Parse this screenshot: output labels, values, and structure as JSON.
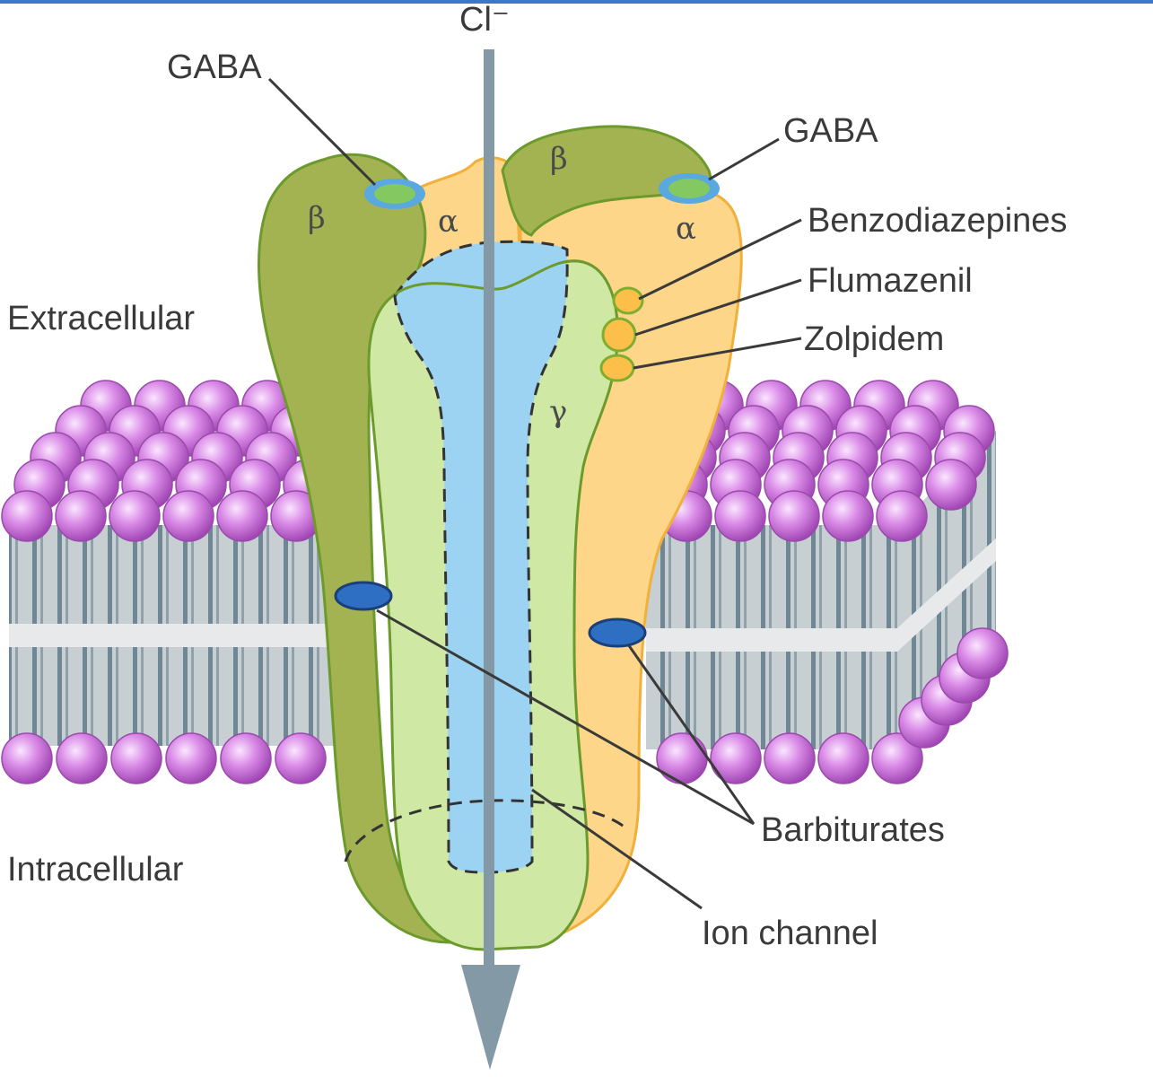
{
  "labels": {
    "ion": "Cl⁻",
    "gaba_left": "GABA",
    "gaba_right": "GABA",
    "benzodiazepines": "Benzodiazepines",
    "flumazenil": "Flumazenil",
    "zolpidem": "Zolpidem",
    "extracellular": "Extracellular",
    "intracellular": "Intracellular",
    "barbiturates": "Barbiturates",
    "ion_channel": "Ion channel"
  },
  "subunits": {
    "beta_left": "β",
    "alpha_left": "α",
    "beta_right": "β",
    "alpha_right": "α",
    "gamma": "γ"
  },
  "colors": {
    "top_border": "#3a78c8",
    "beta_subunit": "#a3b352",
    "beta_outline": "#6c9a2c",
    "alpha_subunit": "#fdd68a",
    "alpha_outline": "#f0b03a",
    "gamma_subunit": "#cfe8a4",
    "channel_pore": "#9dd3f2",
    "arrow": "#8399a6",
    "lipid_head": "#c46ad2",
    "lipid_tail_bg": "#c8d0d4",
    "gaba_site": "#7ac060",
    "barbiturate_site": "#2e6fc4",
    "text": "#3a3a3a"
  }
}
